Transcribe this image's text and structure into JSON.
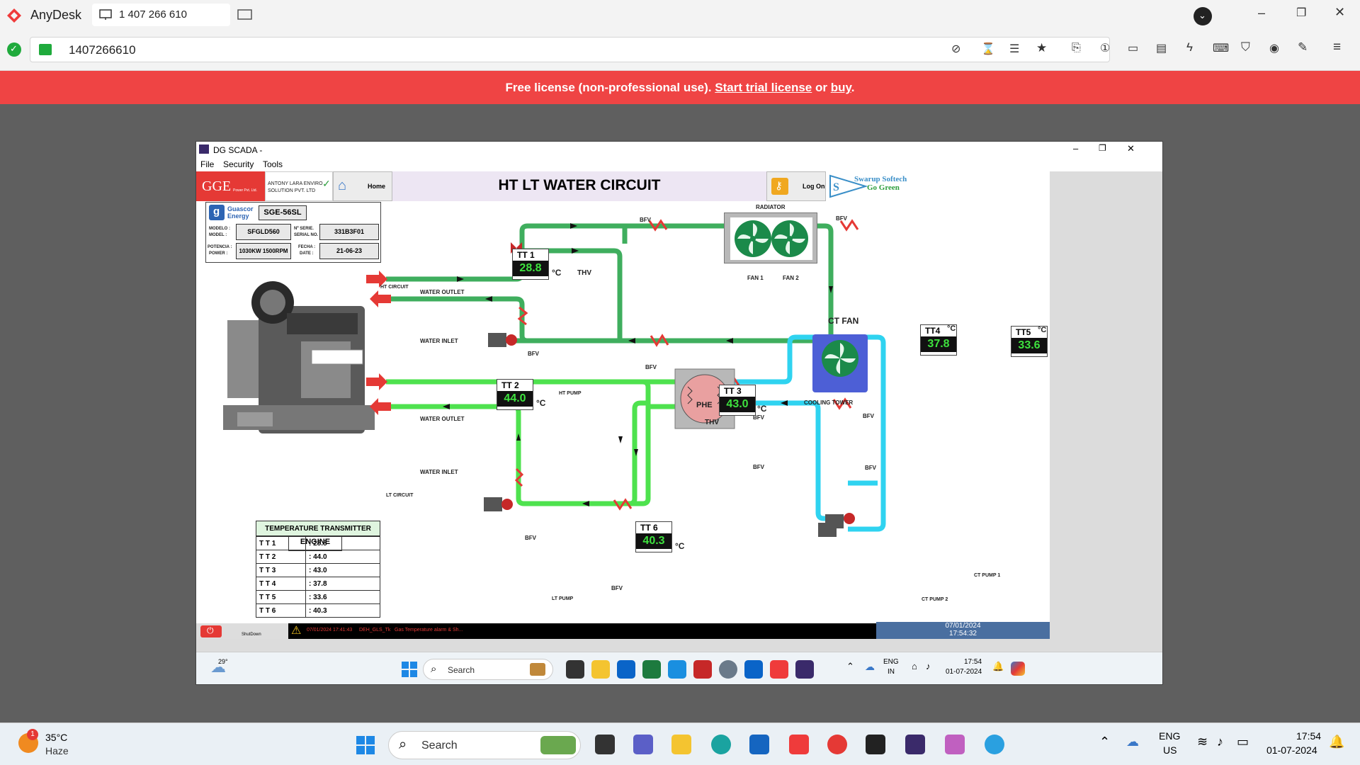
{
  "anydesk": {
    "app_name": "AnyDesk",
    "tab_id": "1 407 266 610",
    "address": "1407266610",
    "license_text": "Free license (non-professional use).",
    "license_link1": "Start trial license",
    "license_or": "or",
    "license_link2": "buy",
    "license_end": "."
  },
  "window": {
    "title": "DG SCADA -",
    "menu": [
      "File",
      "Security",
      "Tools"
    ]
  },
  "header": {
    "logo": "GGE",
    "logo_small": "Power Pvt. Ltd.",
    "company": "ANTONY LARA ENVIRO SOLUTION PVT. LTD",
    "home_label": "Home",
    "page_title": "HT LT WATER CIRCUIT",
    "logon_label": "Log On",
    "brand1": "Swarup Softech",
    "brand2": "Go Green"
  },
  "engine_info": {
    "brand_top": "Guascor",
    "brand_bottom": "Energy",
    "model_code": "SGE-56SL",
    "modelo_label1": "MODELO :",
    "modelo_label2": "MODEL :",
    "model_value": "SFGLD560",
    "serie_label1": "Nº SERIE.",
    "serie_label2": "SERIAL NO.",
    "serial_value": "331B3F01",
    "power_label1": "POTENCIA :",
    "power_label2": "POWER :",
    "power_value": "1030KW 1500RPM",
    "fecha_label1": "FECHA :",
    "fecha_label2": "DATE :",
    "date_value": "21-06-23"
  },
  "labels": {
    "radiator": "RADIATOR",
    "fan1": "FAN 1",
    "fan2": "FAN 2",
    "bfv": "BFV",
    "thv": "THV",
    "ht_circuit": "HT CIRCUIT",
    "lt_circuit": "LT CIRCUIT",
    "water_outlet": "WATER OUTLET",
    "water_inlet": "WATER INLET",
    "ht_pump": "HT PUMP",
    "lt_pump": "LT PUMP",
    "phe": "PHE",
    "ct_fan": "CT FAN",
    "cooling_tower": "COOLING TOWER",
    "ct_pump1": "CT PUMP 1",
    "ct_pump2": "CT PUMP 2",
    "engine": "ENGINE",
    "deg_c": "°C"
  },
  "transmitters": {
    "tt1": {
      "name": "TT 1",
      "value": "28.8"
    },
    "tt2": {
      "name": "TT 2",
      "value": "44.0"
    },
    "tt3": {
      "name": "TT 3",
      "value": "43.0"
    },
    "tt4": {
      "name": "TT4",
      "value": "37.8"
    },
    "tt5": {
      "name": "TT5",
      "value": "33.6"
    },
    "tt6": {
      "name": "TT 6",
      "value": "40.3"
    }
  },
  "temp_table": {
    "title": "TEMPERATURE TRANSMITTER",
    "rows": [
      {
        "name": "T T 1",
        "value": ": 28.8"
      },
      {
        "name": "T T 2",
        "value": ": 44.0"
      },
      {
        "name": "T T 3",
        "value": ": 43.0"
      },
      {
        "name": "T T 4",
        "value": ": 37.8"
      },
      {
        "name": "T T 5",
        "value": ": 33.6"
      },
      {
        "name": "T T 6",
        "value": ": 40.3"
      }
    ]
  },
  "status": {
    "shutdown": "ShutDown",
    "alarm_time": "07/01/2024 17:41:43",
    "alarm_tag": "DEH_GLS_Tk",
    "alarm_msg": "Gas Temperature alarm & Sh...",
    "date": "07/01/2024",
    "time": "17:54:32"
  },
  "remote_taskbar": {
    "weather": "29°",
    "search": "Search",
    "lang1": "ENG",
    "lang2": "IN",
    "time": "17:54",
    "date": "01-07-2024"
  },
  "local_taskbar": {
    "temp": "35°C",
    "condition": "Haze",
    "badge": "1",
    "search": "Search",
    "lang1": "ENG",
    "lang2": "US",
    "time": "17:54",
    "date": "01-07-2024"
  },
  "colors": {
    "ht_pipe": "#3fae5e",
    "lt_pipe": "#4ee24e",
    "ct_pipe": "#2fd3f0",
    "license_bar": "#ef4444"
  }
}
